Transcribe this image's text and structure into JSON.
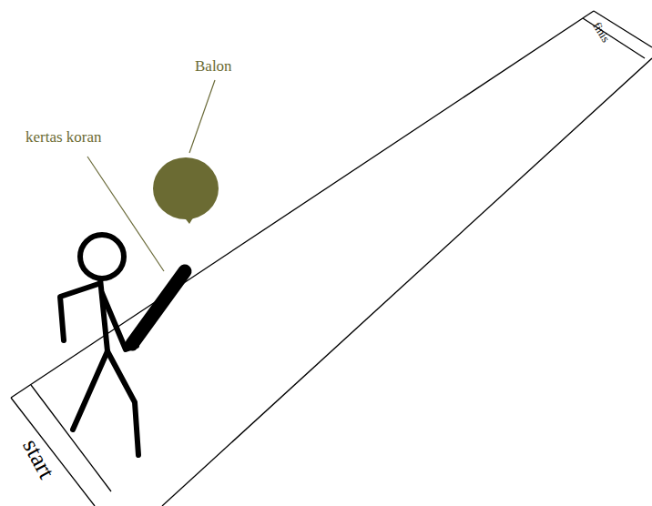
{
  "diagram": {
    "labels": [
      "Balon",
      "kertas koran",
      "start",
      "finis"
    ]
  }
}
